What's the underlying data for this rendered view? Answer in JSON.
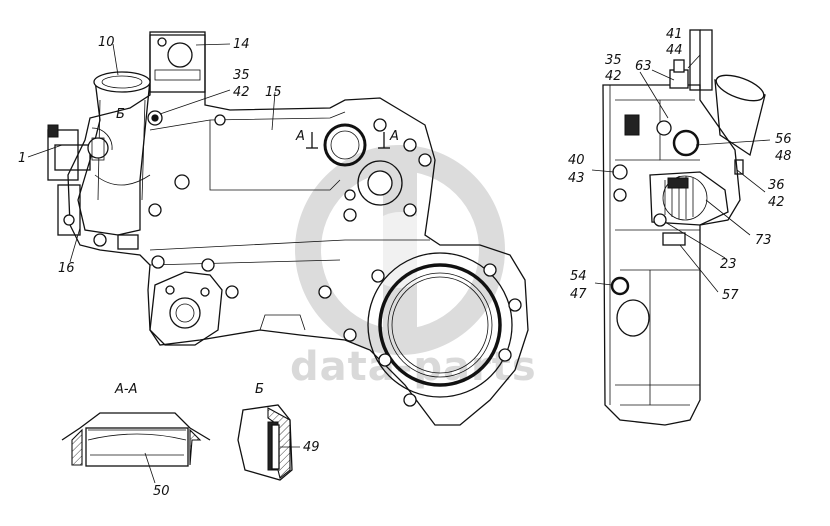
{
  "watermark": {
    "text": "data-parts",
    "logo": "dp-logo"
  },
  "section_labels": {
    "aa_arrow_left": "A",
    "aa_arrow_right": "A",
    "b_mark": "Б",
    "section_aa_title": "А-А",
    "section_b_title": "Б"
  },
  "callouts": {
    "c10": "10",
    "c14": "14",
    "c35_left": "35",
    "c42_left": "42",
    "c15": "15",
    "c1": "1",
    "c16": "16",
    "c41": "41",
    "c44": "44",
    "c35_right": "35",
    "c42_right": "42",
    "c63": "63",
    "c56": "56",
    "c48": "48",
    "c40": "40",
    "c43": "43",
    "c36": "36",
    "c42_right2": "42",
    "c73": "73",
    "c23": "23",
    "c54": "54",
    "c47": "47",
    "c57": "57",
    "c50": "50",
    "c49": "49"
  }
}
